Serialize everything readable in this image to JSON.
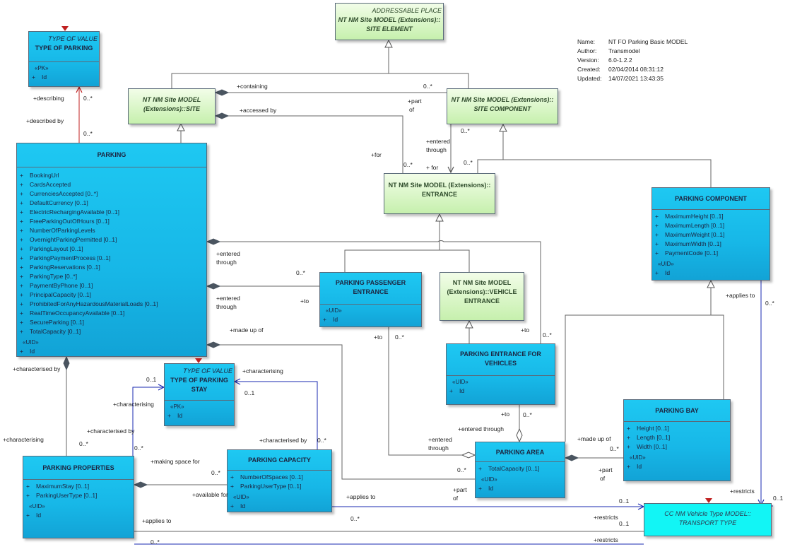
{
  "meta": {
    "name_key": "Name:",
    "name": "NT FO Parking Basic MODEL",
    "author_key": "Author:",
    "author": "Transmodel",
    "version_key": "Version:",
    "version": "6.0-1.2.2",
    "created_key": "Created:",
    "created": "02/04/2014 08:31:12",
    "updated_key": "Updated:",
    "updated": "14/07/2021 13:43:35"
  },
  "boxes": {
    "addressable_place": {
      "stereo": "ADDRESSABLE PLACE",
      "title": "NT NM Site MODEL (Extensions):: SITE ELEMENT"
    },
    "type_of_parking": {
      "stereo": "TYPE OF VALUE",
      "title": "TYPE OF PARKING",
      "uid": "«PK»",
      "uid_attr": "Id"
    },
    "site": {
      "title": "NT NM Site MODEL (Extensions)::SITE"
    },
    "site_component": {
      "title": "NT NM Site MODEL (Extensions):: SITE COMPONENT"
    },
    "entrance": {
      "title": "NT NM Site MODEL (Extensions):: ENTRANCE"
    },
    "parking": {
      "title": "PARKING",
      "attrs": [
        "BookingUrl",
        "CardsAccepted",
        "CurrenciesAccepted [0..*]",
        "DefaultCurrency [0..1]",
        "ElectricRechargingAvailable [0..1]",
        "FreeParkingOutOfHours [0..1]",
        "NumberOfParkingLevels",
        "OvernightParkingPermitted [0..1]",
        "ParkingLayout [0..1]",
        "ParkingPaymentProcess [0..1]",
        "ParkingReservations [0..1]",
        "ParkingType [0..*]",
        "PaymentByPhone [0..1]",
        "PrincipalCapacity [0..1]",
        "ProhibitedForAnyHazardousMaterialLoads [0..1]",
        "RealTimeOccupancyAvailable [0..1]",
        "SecureParking [0..1]",
        "TotalCapacity [0..1]"
      ],
      "uid": "«UID»",
      "uid_attr": "Id"
    },
    "parking_component": {
      "title": "PARKING COMPONENT",
      "attrs": [
        "MaximumHeight [0..1]",
        "MaximumLength [0..1]",
        "MaximumWeight [0..1]",
        "MaximumWidth [0..1]",
        "PaymentCode [0..1]"
      ],
      "uid": "«UID»",
      "uid_attr": "Id"
    },
    "passenger_entrance": {
      "title": "PARKING PASSENGER ENTRANCE",
      "uid": "«UID»",
      "uid_attr": "Id"
    },
    "vehicle_entrance": {
      "title": "NT NM Site MODEL (Extensions)::VEHICLE ENTRANCE"
    },
    "entrance_for_vehicles": {
      "title": "PARKING ENTRANCE FOR VEHICLES",
      "uid": "«UID»",
      "uid_attr": "Id"
    },
    "type_of_parking_stay": {
      "stereo": "TYPE OF VALUE",
      "title": "TYPE OF PARKING STAY",
      "uid": "«PK»",
      "uid_attr": "Id"
    },
    "parking_bay": {
      "title": "PARKING BAY",
      "attrs": [
        "Height [0..1]",
        "Length [0..1]",
        "Width [0..1]"
      ],
      "uid": "«UID»",
      "uid_attr": "Id"
    },
    "parking_properties": {
      "title": "PARKING PROPERTIES",
      "attrs": [
        "MaximumStay [0..1]",
        "ParkingUserType [0..1]"
      ],
      "uid": "«UID»",
      "uid_attr": "Id"
    },
    "parking_capacity": {
      "title": "PARKING CAPACITY",
      "attrs": [
        "NumberOfSpaces [0..1]",
        "ParkingUserType [0..1]"
      ],
      "uid": "«UID»",
      "uid_attr": "Id"
    },
    "parking_area": {
      "title": "PARKING AREA",
      "attrs": [
        "TotalCapacity [0..1]"
      ],
      "uid": "«UID»",
      "uid_attr": "Id"
    },
    "transport_type": {
      "title": "CC NM Vehicle Type MODEL:: TRANSPORT TYPE"
    }
  },
  "attr_visibility": "+",
  "labels": {
    "describing": "+describing",
    "described_by": "+described by",
    "m_0star": "0..*",
    "m_01": "0..1",
    "containing": "+containing",
    "part": "+part",
    "of": "of",
    "accessed_by": "+accessed by",
    "for": "+for",
    "plus_for": "+ for",
    "entered": "+entered",
    "through": "through",
    "to": "+to",
    "made_up_of": "+made up of",
    "applies_to": "+applies to",
    "characterised_by": "+characterised by",
    "characterising": "+characterising",
    "making_space_for": "+making space for",
    "available_for": "+available for",
    "entered_through": "+entered through",
    "restricts": "+restricts"
  }
}
